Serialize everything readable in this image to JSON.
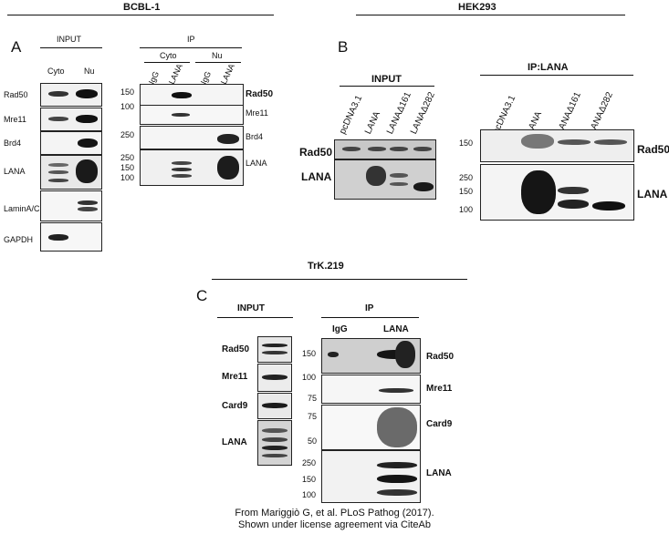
{
  "figure": {
    "bcbl_title": "BCBL-1",
    "hek_title": "HEK293",
    "trk_title": "TrK.219",
    "panel_a": {
      "letter": "A",
      "input_header": "INPUT",
      "ip_header": "IP",
      "input_lanes": [
        "Cyto",
        "Nu"
      ],
      "ip_groups": [
        "Cyto",
        "Nu"
      ],
      "ip_lanes": [
        "IgG",
        "LANA",
        "IgG",
        "LANA"
      ],
      "input_rows": [
        "Rad50",
        "Mre11",
        "Brd4",
        "LANA",
        "LaminA/C",
        "GAPDH"
      ],
      "ip_rows": [
        "Rad50",
        "Mre11",
        "Brd4",
        "LANA"
      ],
      "markers": {
        "rad50": [
          "150"
        ],
        "mre11": [
          "100"
        ],
        "brd4": [
          "250"
        ],
        "lana": [
          "250",
          "150",
          "100"
        ]
      }
    },
    "panel_b": {
      "letter": "B",
      "input_header": "INPUT",
      "ip_header": "IP:LANA",
      "lanes": [
        "pcDNA3.1",
        "LANA",
        "LANAΔ161",
        "LANAΔ282"
      ],
      "input_rows": [
        "Rad50",
        "LANA"
      ],
      "ip_rows": [
        "Rad50",
        "LANA"
      ],
      "markers": {
        "rad50": [
          "150"
        ],
        "lana": [
          "250",
          "150",
          "100"
        ]
      }
    },
    "panel_c": {
      "letter": "C",
      "input_header": "INPUT",
      "ip_header": "IP",
      "ip_lanes": [
        "IgG",
        "LANA"
      ],
      "input_rows": [
        "Rad50",
        "Mre11",
        "Card9",
        "LANA"
      ],
      "ip_rows": [
        "Rad50",
        "Mre11",
        "Card9",
        "LANA"
      ],
      "markers": {
        "rad50": [
          "150"
        ],
        "mre11": [
          "100",
          "75"
        ],
        "card9": [
          "75",
          "50"
        ],
        "lana": [
          "250",
          "150",
          "100"
        ]
      }
    }
  },
  "footer": {
    "line1": "From Mariggiò G, et al. PLoS Pathog (2017).",
    "line2": "Shown under license agreement via CiteAb"
  }
}
